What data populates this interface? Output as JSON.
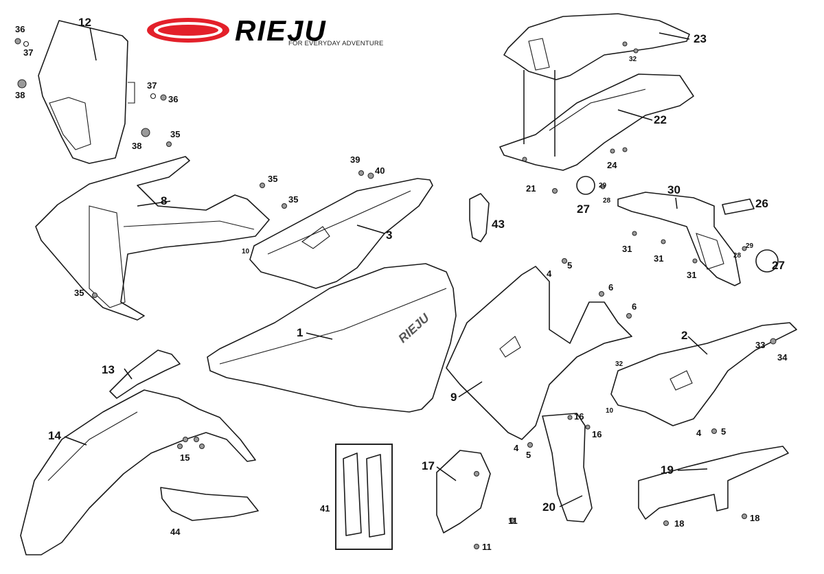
{
  "brand": {
    "name": "RIEJU",
    "tagline": "FOR EVERYDAY ADVENTURE",
    "accent_color": "#e3202a"
  },
  "callouts": {
    "n1": "1",
    "n2": "2",
    "n3": "3",
    "n4a": "4",
    "n4b": "4",
    "n4c": "4",
    "n5a": "5",
    "n5b": "5",
    "n5c": "5",
    "n6a": "6",
    "n6b": "6",
    "n8": "8",
    "n9": "9",
    "n10a": "10",
    "n10b": "10",
    "n11a": "11",
    "n11b": "11",
    "n12": "12",
    "n13": "13",
    "n14": "14",
    "n15": "15",
    "n16a": "16",
    "n16b": "16",
    "n17": "17",
    "n18a": "18",
    "n18b": "18",
    "n19": "19",
    "n20": "20",
    "n21": "21",
    "n22": "22",
    "n23": "23",
    "n24": "24",
    "n26": "26",
    "n27a": "27",
    "n27b": "27",
    "n28a": "28",
    "n28b": "28",
    "n29a": "29",
    "n29b": "29",
    "n30": "30",
    "n31a": "31",
    "n31b": "31",
    "n31c": "31",
    "n32a": "32",
    "n32b": "32",
    "n33": "33",
    "n34": "34",
    "n35a": "35",
    "n35b": "35",
    "n35c": "35",
    "n35d": "35",
    "n36a": "36",
    "n36b": "36",
    "n37a": "37",
    "n37b": "37",
    "n38a": "38",
    "n38b": "38",
    "n39": "39",
    "n40": "40",
    "n41": "41",
    "n43": "43",
    "n44": "44"
  },
  "seat_logo": "RIEJU"
}
